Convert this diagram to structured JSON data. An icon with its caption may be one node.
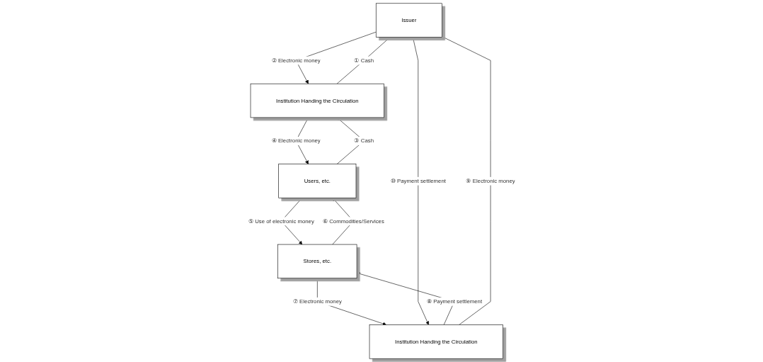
{
  "diagram": {
    "nodes": [
      {
        "text": [
          "Issuer"
        ]
      },
      {
        "text": [
          "Institution Handing the Circulation"
        ]
      },
      {
        "text": [
          "Institution Handing the Circulation"
        ]
      },
      {
        "text": [
          "Users, etc."
        ]
      },
      {
        "text": [
          "Stores, etc."
        ]
      }
    ],
    "edges": [
      {
        "from": 1,
        "to": 0,
        "arrow": "none",
        "label": "① Cash"
      },
      {
        "from": 0,
        "to": 1,
        "arrow": "to",
        "label": "② Electronic money"
      },
      {
        "from": 3,
        "to": 1,
        "arrow": "to",
        "label": "③ Cash"
      },
      {
        "from": 1,
        "to": 3,
        "arrow": "to",
        "label": "④ Electronic money"
      },
      {
        "from": 3,
        "to": 4,
        "arrow": "to",
        "label": "⑤ Use of electronic money"
      },
      {
        "from": 4,
        "to": 3,
        "arrow": "to",
        "label": "⑥ Commodities/Services"
      },
      {
        "from": 4,
        "to": 2,
        "arrow": "to",
        "label": "⑦ Electronic money"
      },
      {
        "from": 2,
        "to": 4,
        "arrow": "to",
        "label": "⑧ Payment settlement"
      },
      {
        "from": 2,
        "to": 0,
        "arrow": "none",
        "label": "⑨ Electronic money"
      },
      {
        "from": 0,
        "to": 2,
        "arrow": "to",
        "label": "⑩ Payment settlement"
      }
    ]
  }
}
